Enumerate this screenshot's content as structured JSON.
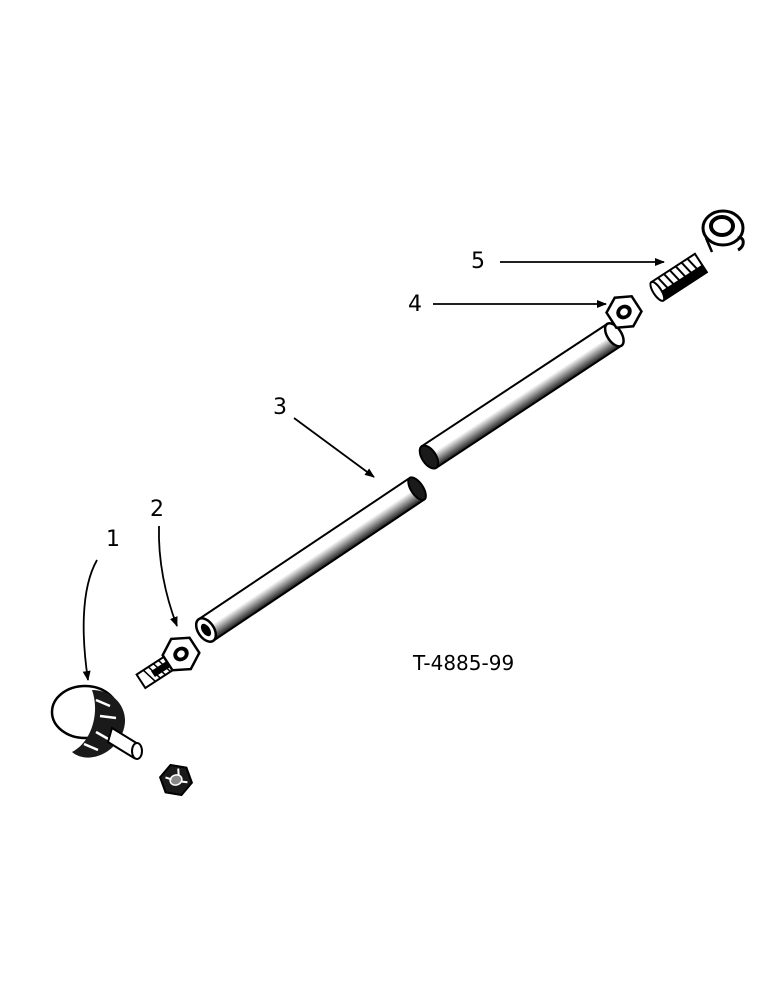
{
  "figure_ref": "T-4885-99",
  "callouts": [
    {
      "id": "1",
      "label": "1"
    },
    {
      "id": "2",
      "label": "2"
    },
    {
      "id": "3",
      "label": "3"
    },
    {
      "id": "4",
      "label": "4"
    },
    {
      "id": "5",
      "label": "5"
    }
  ]
}
